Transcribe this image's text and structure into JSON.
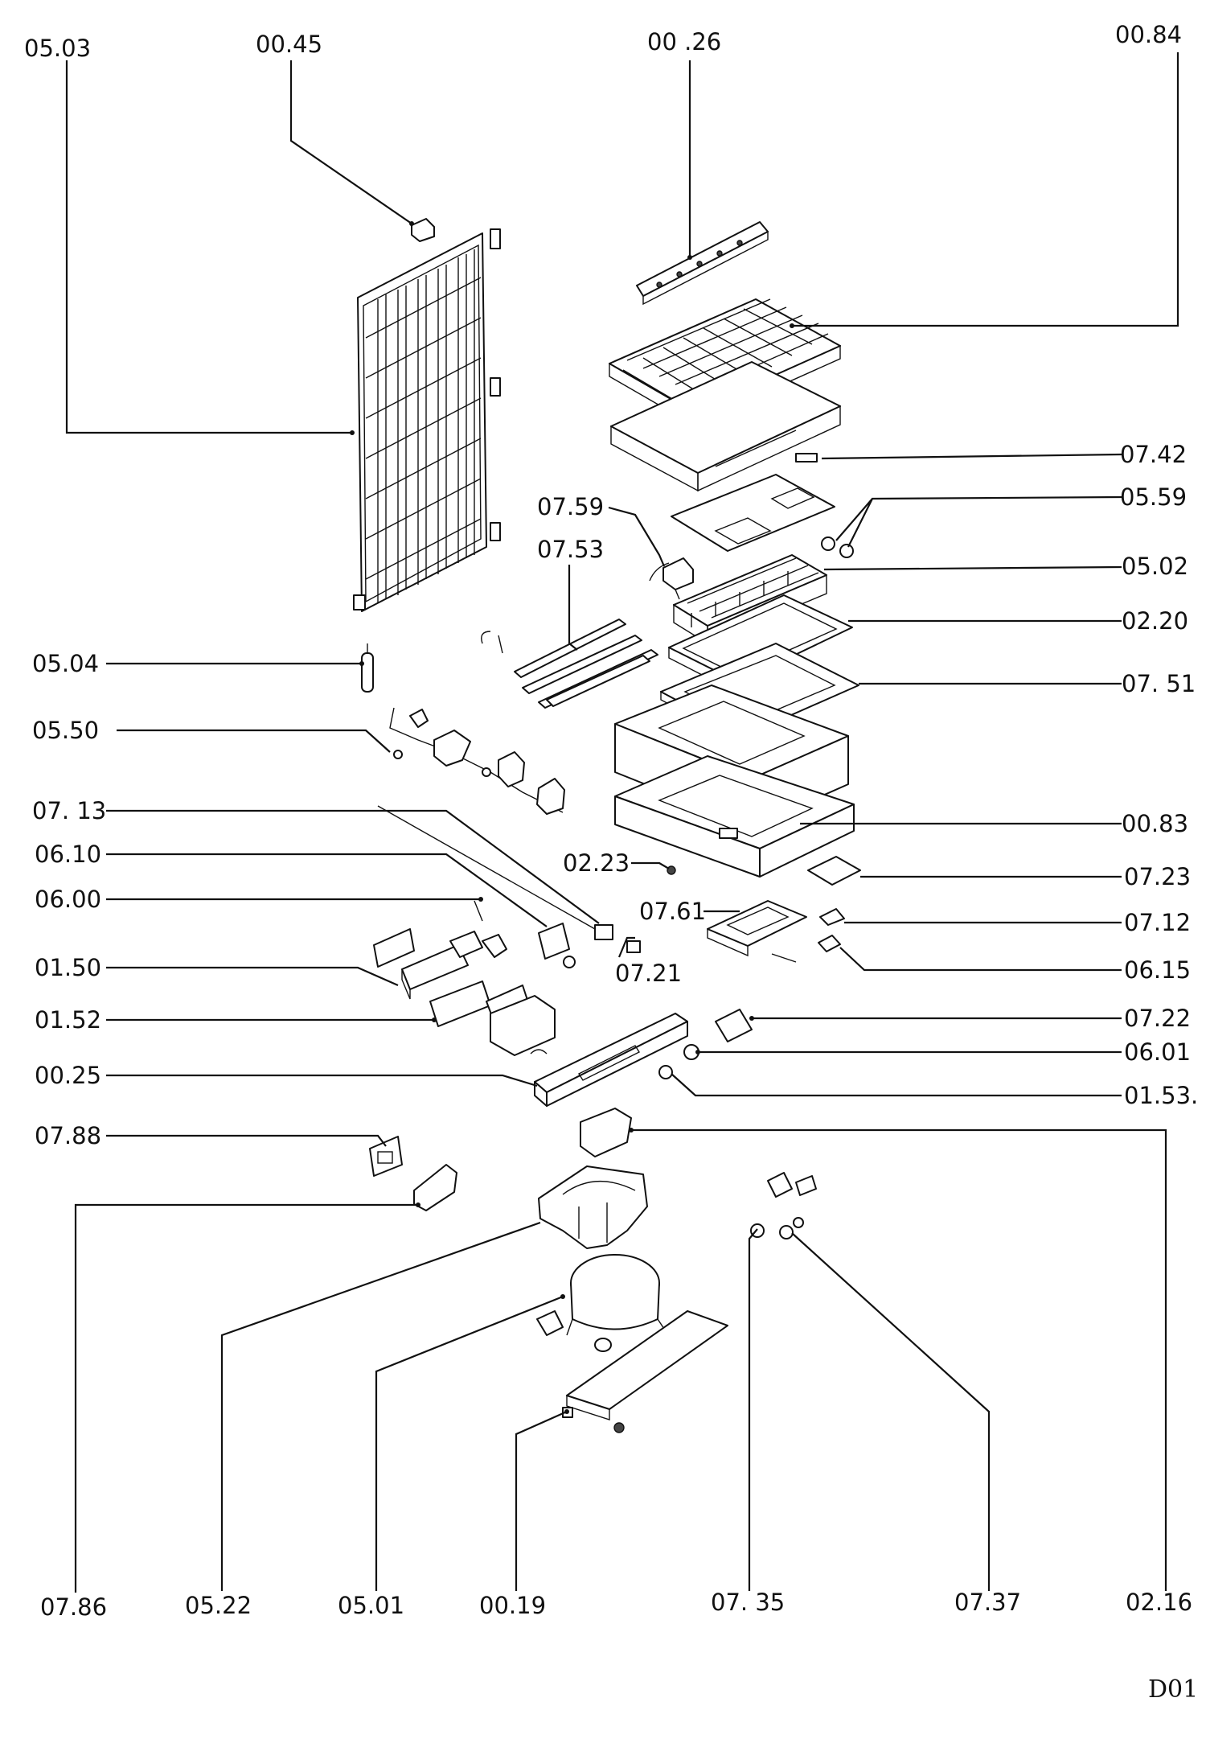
{
  "diagram": {
    "sheet_code": "D01",
    "labels": {
      "p0503": "05.03",
      "p0045": "00.45",
      "p0026": "00 .26",
      "p0084": "00.84",
      "p0742": "07.42",
      "p0559": "05.59",
      "p0502": "05.02",
      "p0220": "02.20",
      "p0751": "07. 51",
      "p0083": "00.83",
      "p0723": "07.23",
      "p0712": "07.12",
      "p0615": "06.15",
      "p0722": "07.22",
      "p0601": "06.01",
      "p0153": "01.53.",
      "p0759": "07.59",
      "p0753": "07.53",
      "p0504": "05.04",
      "p0550": "05.50",
      "p0713": "07. 13",
      "p0610": "06.10",
      "p0600": "06.00",
      "p0150": "01.50",
      "p0152": "01.52",
      "p0025": "00.25",
      "p0788": "07.88",
      "p0223": "02.23",
      "p0761": "07.61",
      "p0721": "07.21",
      "p0786": "07.86",
      "p0522": "05.22",
      "p0501": "05.01",
      "p0019": "00.19",
      "p0735": "07. 35",
      "p0737": "07.37",
      "p0216": "02.16"
    }
  }
}
